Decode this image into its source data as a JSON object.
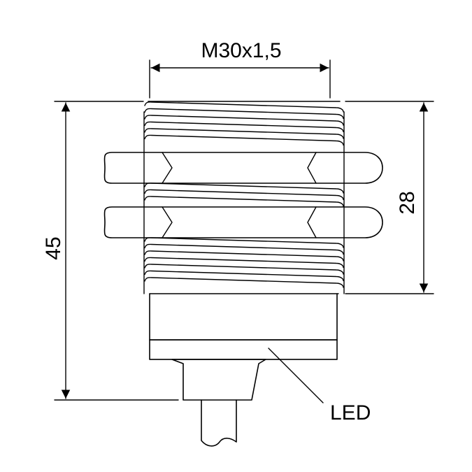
{
  "dimensions": {
    "thread": "M30x1,5",
    "overall_length": "45",
    "thread_length": "28"
  },
  "callouts": {
    "led": "LED"
  }
}
